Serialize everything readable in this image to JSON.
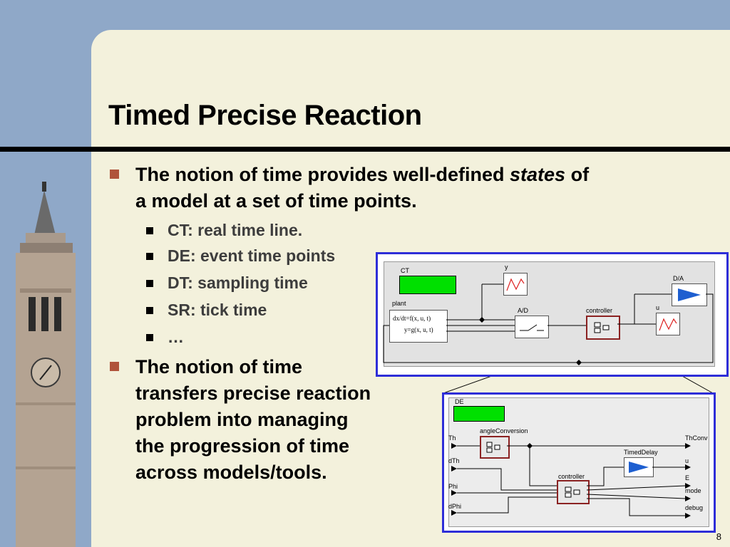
{
  "title": "Timed Precise Reaction",
  "bullets": [
    {
      "pre": "The notion of time provides well-defined ",
      "em": "states",
      "post": " of",
      "line2": "a model at a set of time points."
    },
    {
      "line1": "The notion of time",
      "line2": "transfers precise reaction",
      "line3": "problem into managing",
      "line4": "the progression of time",
      "line5": "across models/tools."
    }
  ],
  "subbullets": [
    "CT: real time line.",
    "DE: event time points",
    "DT: sampling time",
    "SR: tick time",
    "…"
  ],
  "ct_model": {
    "director": "CT",
    "plant_label": "plant",
    "plant_eq1": "dx/dt=f(x, u, t)",
    "plant_eq2": "y=g(x, u, t)",
    "ad_label": "A/D",
    "controller_label": "controller",
    "y_label": "y",
    "u_label": "u",
    "da_label": "D/A"
  },
  "de_model": {
    "director": "DE",
    "angle_label": "angleConversion",
    "timeddelay_label": "TimedDelay",
    "controller_label": "controller",
    "inputs": [
      "Th",
      "dTh",
      "Phi",
      "dPhi"
    ],
    "outputs": [
      "ThConv",
      "u",
      "E",
      "mode",
      "debug"
    ]
  },
  "page_number": "8"
}
